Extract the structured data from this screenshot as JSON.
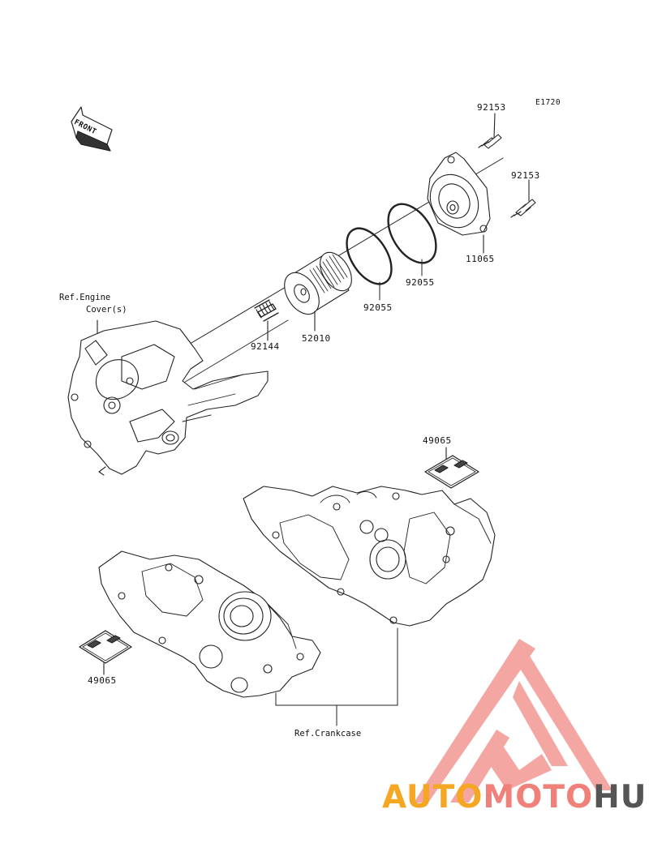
{
  "diagram": {
    "code": "E1720",
    "front_label": "FRONT",
    "parts": [
      {
        "number": "92153"
      },
      {
        "number": "92153"
      },
      {
        "number": "11065"
      },
      {
        "number": "92055"
      },
      {
        "number": "92055"
      },
      {
        "number": "52010"
      },
      {
        "number": "92144"
      },
      {
        "number": "49065"
      },
      {
        "number": "49065"
      }
    ],
    "refs": {
      "engine_cover_line1": "Ref.Engine",
      "engine_cover_line2": "Cover(s)",
      "crankcase": "Ref.Crankcase"
    }
  },
  "watermark": {
    "part1": "AUTO",
    "part2": "MOTO",
    "part3": "HUB",
    "colors": {
      "auto": "#f5a623",
      "moto": "#f0807a",
      "hub": "#555555",
      "logo": "#f08a84"
    }
  }
}
